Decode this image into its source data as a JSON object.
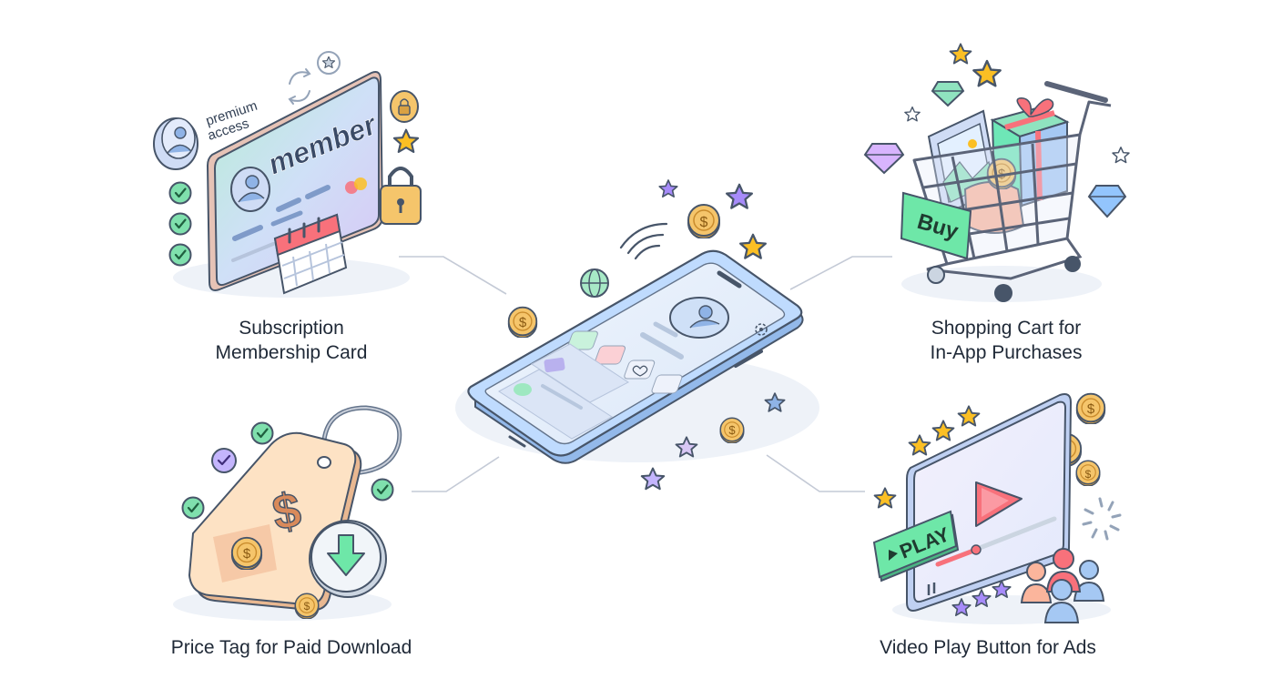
{
  "center": {
    "name": "smartphone"
  },
  "subscription": {
    "card_word": "member",
    "badge_line1": "premium",
    "badge_line2": "access",
    "caption_line1": "Subscription",
    "caption_line2": "Membership Card"
  },
  "cart": {
    "buy_label": "Buy",
    "caption_line1": "Shopping Cart for",
    "caption_line2": "In-App Purchases"
  },
  "price_tag": {
    "currency_symbol": "$",
    "caption": "Price Tag for Paid Download"
  },
  "video": {
    "play_label": "PLAY",
    "caption": "Video Play Button for Ads"
  },
  "coin_symbol": "$",
  "colors": {
    "outline": "#475569",
    "phone_body": "#bfdbfe",
    "phone_screen": "#e0ecfb",
    "coin": "#f5c56b",
    "star": "#fbbf24",
    "star_purple": "#a78bfa",
    "green": "#6ee7a8",
    "play_red": "#f8717b",
    "tag": "#fde2c4"
  }
}
